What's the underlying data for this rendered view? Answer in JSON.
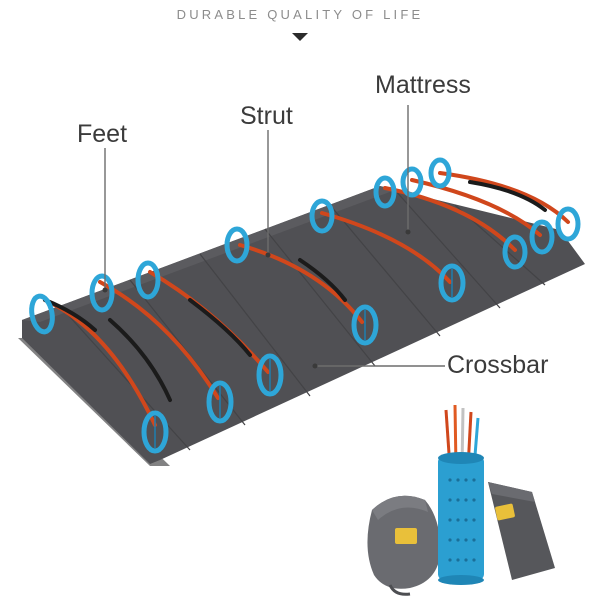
{
  "header": {
    "tagline": "DURABLE QUALITY OF LIFE"
  },
  "callouts": {
    "feet": "Feet",
    "strut": "Strut",
    "mattress": "Mattress",
    "crossbar": "Crossbar"
  },
  "colors": {
    "mattress": "#4f4f52",
    "strut": "#d0471c",
    "foot_ring": "#2ea6d8",
    "leader_line": "#6d6d6d",
    "tube_case": "#2b9fd1",
    "carry_bag": "#6a6b70",
    "logo_yellow": "#e9c03a"
  },
  "product": {
    "icons": [
      "folding-cot-icon",
      "carry-bag-icon",
      "pole-tube-icon",
      "mattress-pouch-icon"
    ]
  }
}
